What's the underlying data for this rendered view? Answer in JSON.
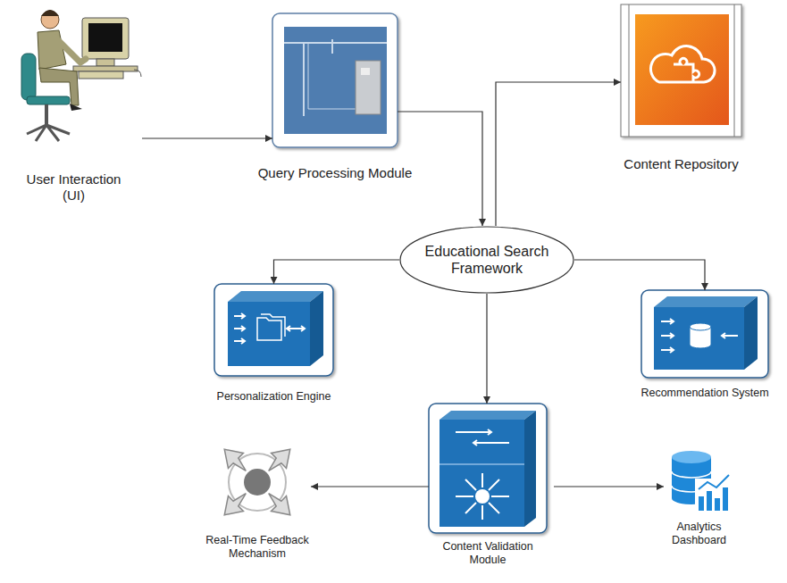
{
  "diagram": {
    "nodes": [
      {
        "text": [
          "User Interaction (UI)"
        ]
      },
      {
        "text": [
          "Query Processing Module"
        ]
      },
      {
        "text": [
          "Content Repository"
        ]
      },
      {
        "text": [
          "Educational Search Framework"
        ]
      },
      {
        "text": [
          "Personalization Engine"
        ]
      },
      {
        "text": [
          "Recommendation System"
        ]
      },
      {
        "text": [
          "Content Validation Module"
        ]
      },
      {
        "text": [
          "Real-Time Feedback Mechanism"
        ]
      },
      {
        "text": [
          "Analytics Dashboard"
        ]
      }
    ],
    "edges": [
      {
        "from": 0,
        "to": 1,
        "arrow": "to"
      },
      {
        "from": 1,
        "to": 3,
        "arrow": "to"
      },
      {
        "from": 3,
        "to": 2,
        "arrow": "to"
      },
      {
        "from": 3,
        "to": 4,
        "arrow": "to"
      },
      {
        "from": 3,
        "to": 5,
        "arrow": "to"
      },
      {
        "from": 3,
        "to": 6,
        "arrow": "to"
      },
      {
        "from": 6,
        "to": 7,
        "arrow": "to"
      },
      {
        "from": 6,
        "to": 8,
        "arrow": "to"
      }
    ]
  }
}
